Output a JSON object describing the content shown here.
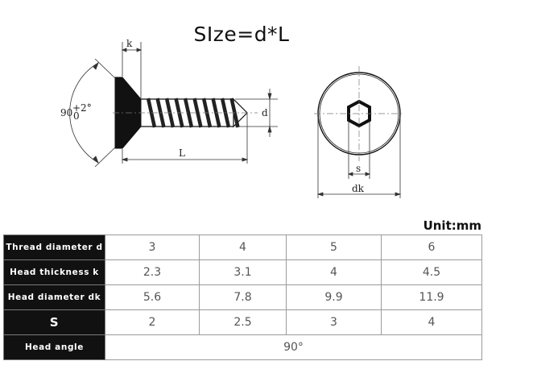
{
  "title": "SIze=d*L",
  "unit": "Unit:mm",
  "diagram_labels": {
    "k": "k",
    "d": "d",
    "L": "L",
    "s": "s",
    "dk": "dk",
    "angle": "90",
    "angle_tol": "+2°",
    "angle_tol_low": "0"
  },
  "table": {
    "rows": [
      {
        "label": "Thread diameter d",
        "values": [
          "3",
          "4",
          "5",
          "6"
        ]
      },
      {
        "label": "Head thickness k",
        "values": [
          "2.3",
          "3.1",
          "4",
          "4.5"
        ]
      },
      {
        "label": "Head diameter dk",
        "values": [
          "5.6",
          "7.8",
          "9.9",
          "11.9"
        ]
      },
      {
        "label": "S",
        "values": [
          "2",
          "2.5",
          "3",
          "4"
        ]
      },
      {
        "label": "Head angle",
        "span_value": "90°"
      }
    ]
  },
  "colors": {
    "header_bg": "#111111",
    "header_text": "#ffffff",
    "grid": "#9b9b9b"
  }
}
